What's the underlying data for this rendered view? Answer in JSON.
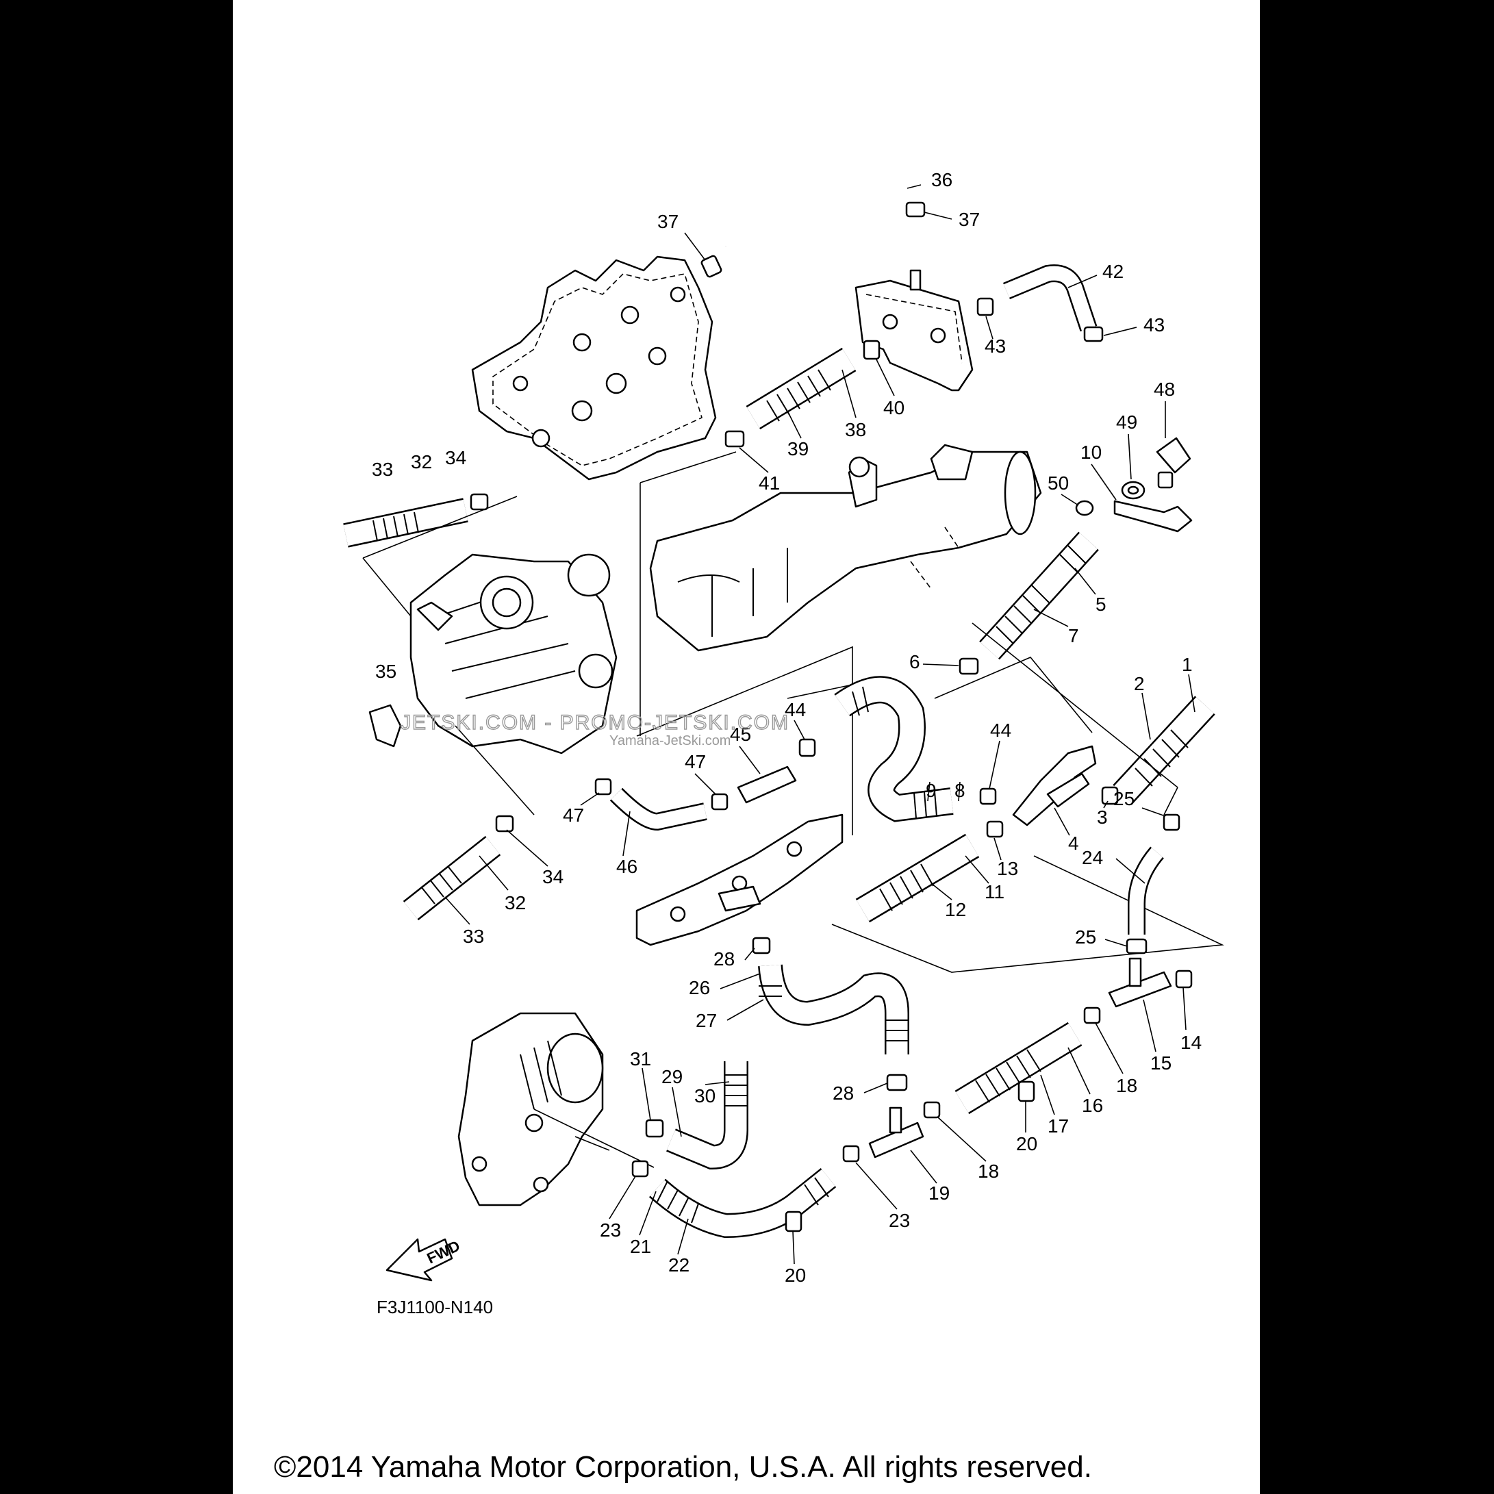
{
  "diagram": {
    "code": "F3J1100-N140",
    "direction_label": "FWD",
    "copyright": "©2014 Yamaha Motor Corporation, U.S.A. All rights reserved.",
    "watermark_a": "JETSKI.COM - PROMO-JETSKI.COM",
    "watermark_b": "Yamaha-JetSki.com",
    "part_numbers": [
      "1",
      "2",
      "3",
      "4",
      "5",
      "6",
      "7",
      "8",
      "9",
      "10",
      "11",
      "12",
      "13",
      "14",
      "15",
      "16",
      "17",
      "18",
      "19",
      "20",
      "21",
      "22",
      "23",
      "24",
      "25",
      "26",
      "27",
      "28",
      "29",
      "30",
      "31",
      "32",
      "33",
      "34",
      "35",
      "36",
      "37",
      "38",
      "39",
      "40",
      "41",
      "42",
      "43",
      "44",
      "45",
      "46",
      "47",
      "48",
      "49",
      "50"
    ]
  }
}
